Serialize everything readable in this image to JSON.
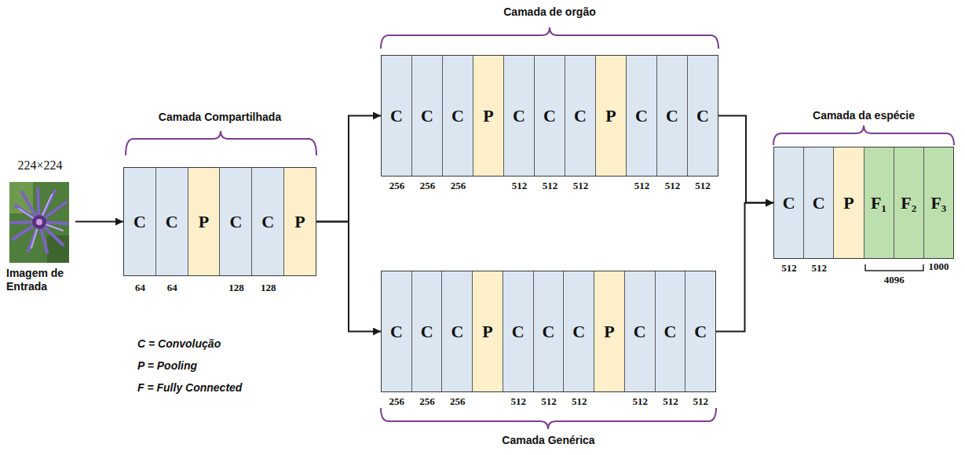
{
  "diagram": {
    "nodes": [
      {
        "text": [
          "224×224",
          "Imagem de Entrada"
        ]
      },
      {
        "text": [
          "Camada Compartilhada"
        ]
      },
      {
        "text": [
          "C"
        ],
        "in": 1
      },
      {
        "text": [
          "C"
        ],
        "in": 1
      },
      {
        "text": [
          "P"
        ],
        "in": 1
      },
      {
        "text": [
          "C"
        ],
        "in": 1
      },
      {
        "text": [
          "C"
        ],
        "in": 1
      },
      {
        "text": [
          "P"
        ],
        "in": 1
      },
      {
        "text": [
          "Camada de orgão"
        ]
      },
      {
        "text": [
          "C"
        ],
        "in": 8
      },
      {
        "text": [
          "C"
        ],
        "in": 8
      },
      {
        "text": [
          "C"
        ],
        "in": 8
      },
      {
        "text": [
          "P"
        ],
        "in": 8
      },
      {
        "text": [
          "C"
        ],
        "in": 8
      },
      {
        "text": [
          "C"
        ],
        "in": 8
      },
      {
        "text": [
          "C"
        ],
        "in": 8
      },
      {
        "text": [
          "P"
        ],
        "in": 8
      },
      {
        "text": [
          "C"
        ],
        "in": 8
      },
      {
        "text": [
          "C"
        ],
        "in": 8
      },
      {
        "text": [
          "C"
        ],
        "in": 8
      },
      {
        "text": [
          "Camada Genérica"
        ]
      },
      {
        "text": [
          "C"
        ],
        "in": 20
      },
      {
        "text": [
          "C"
        ],
        "in": 20
      },
      {
        "text": [
          "C"
        ],
        "in": 20
      },
      {
        "text": [
          "P"
        ],
        "in": 20
      },
      {
        "text": [
          "C"
        ],
        "in": 20
      },
      {
        "text": [
          "C"
        ],
        "in": 20
      },
      {
        "text": [
          "C"
        ],
        "in": 20
      },
      {
        "text": [
          "P"
        ],
        "in": 20
      },
      {
        "text": [
          "C"
        ],
        "in": 20
      },
      {
        "text": [
          "C"
        ],
        "in": 20
      },
      {
        "text": [
          "C"
        ],
        "in": 20
      },
      {
        "text": [
          "Camada da espécie"
        ]
      },
      {
        "text": [
          "C"
        ],
        "in": 32
      },
      {
        "text": [
          "C"
        ],
        "in": 32
      },
      {
        "text": [
          "P"
        ],
        "in": 32
      },
      {
        "text": [
          "F₁"
        ],
        "in": 32
      },
      {
        "text": [
          "F₂"
        ],
        "in": 32
      },
      {
        "text": [
          "F₃"
        ],
        "in": 32
      }
    ],
    "edges": [
      {
        "from": 0,
        "to": 1,
        "arrow": "to"
      },
      {
        "from": 1,
        "to": 8,
        "arrow": "to"
      },
      {
        "from": 1,
        "to": 20,
        "arrow": "to"
      },
      {
        "from": 8,
        "to": 32,
        "arrow": "to"
      },
      {
        "from": 20,
        "to": 32,
        "arrow": "to"
      }
    ],
    "labels": [
      "64",
      "64",
      "128",
      "128",
      "256",
      "256",
      "256",
      "512",
      "512",
      "512",
      "512",
      "512",
      "512",
      "256",
      "256",
      "256",
      "512",
      "512",
      "512",
      "512",
      "512",
      "512",
      "512",
      "512",
      "4096",
      "1000"
    ],
    "legend": [
      {
        "text": "C = Convolução"
      },
      {
        "text": "P = Pooling"
      },
      {
        "text": "F = Fully Connected"
      }
    ]
  }
}
